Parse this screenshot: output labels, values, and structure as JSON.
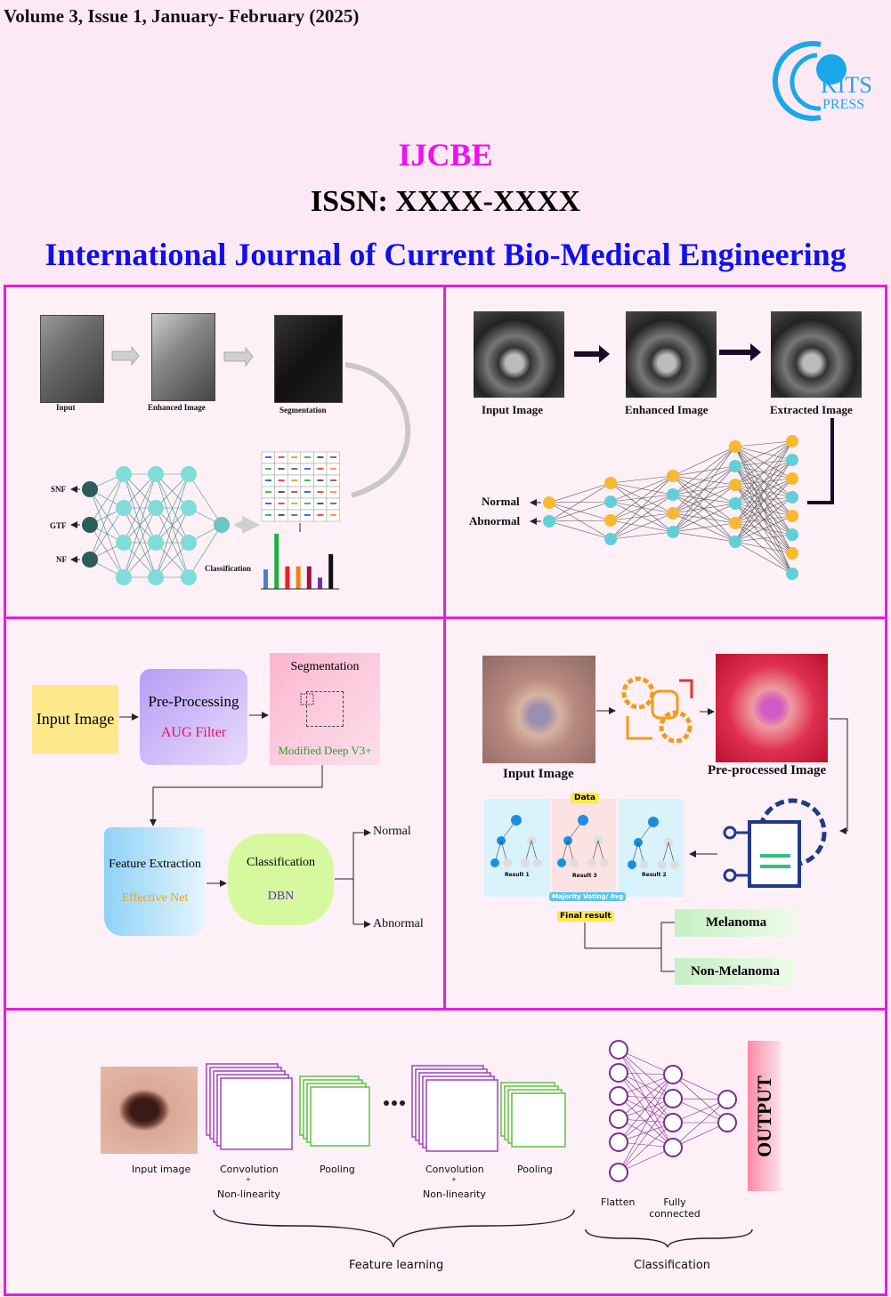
{
  "header": {
    "volume_line": "Volume 3, Issue 1, January- February (2025)",
    "logo_text": "KITS PRESS",
    "abbreviation": "IJCBE",
    "issn": "ISSN: XXXX-XXXX",
    "journal_name": "International Journal of Current Bio-Medical Engineering"
  },
  "colors": {
    "border": "#e21fe0",
    "title_blue": "#1010ee",
    "abbr_magenta": "#ee10ee",
    "background": "#fde9f4"
  },
  "panel1": {
    "images": [
      "Input",
      "Enhanced Image",
      "Segmentation"
    ],
    "outputs": [
      "SNF",
      "GTF",
      "NF"
    ],
    "classification": "Classification"
  },
  "panel2": {
    "images": [
      "Input Image",
      "Enhanced Image",
      "Extracted Image"
    ],
    "outputs": [
      "Normal",
      "Abnormal"
    ]
  },
  "panel3": {
    "input": "Input Image",
    "preprocessing_title": "Pre-Processing",
    "preprocessing_method": "AUG Filter",
    "segmentation_title": "Segmentation",
    "segmentation_method": "Modified Deep V3+",
    "feature_title": "Feature Extraction",
    "feature_method": "Effective Net",
    "classification_title": "Classification",
    "classification_method": "DBN",
    "outputs": [
      "Normal",
      "Abnormal"
    ]
  },
  "panel4": {
    "input": "Input Image",
    "preprocessed": "Pre-processed Image",
    "forest": {
      "data": "Data",
      "results": [
        "Result 1",
        "Result 3",
        "Result 2"
      ],
      "voting": "Majority Voting/ Avg",
      "final": "Final result"
    },
    "outputs": [
      "Melanoma",
      "Non-Melanoma"
    ]
  },
  "panel5": {
    "steps": [
      "Input image",
      "Convolution",
      "Pooling",
      "Convolution",
      "Pooling",
      "Flatten",
      "Fully connected"
    ],
    "plus": "+",
    "nonlin": "Non-linearity",
    "output": "OUTPUT",
    "groups": [
      "Feature learning",
      "Classification"
    ]
  }
}
